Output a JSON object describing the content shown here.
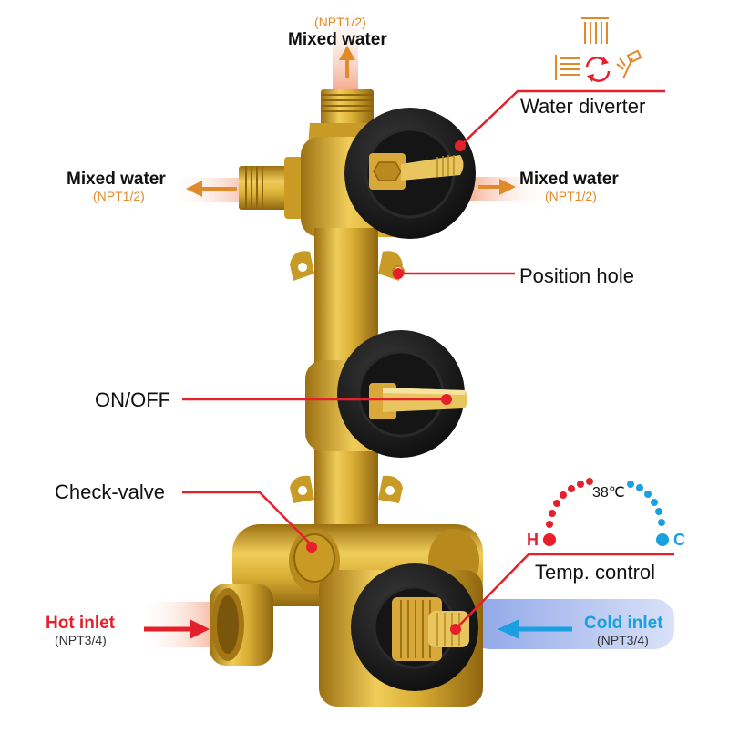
{
  "labels": {
    "top_npt": "(NPT1/2)",
    "top_mixed": "Mixed water",
    "left_mixed": "Mixed water",
    "left_npt": "(NPT1/2)",
    "right_mixed": "Mixed water",
    "right_npt": "(NPT1/2)",
    "water_diverter": "Water diverter",
    "position_hole": "Position hole",
    "on_off": "ON/OFF",
    "check_valve": "Check-valve",
    "temp_control": "Temp. control",
    "temp_value": "38℃",
    "hot_letter": "H",
    "cold_letter": "C",
    "hot_inlet": "Hot inlet",
    "hot_npt": "(NPT3/4)",
    "cold_inlet": "Cold inlet",
    "cold_npt": "(NPT3/4)"
  },
  "colors": {
    "callout_red": "#e5202a",
    "cold_blue": "#1a9fe0",
    "brass": "#d4a72c",
    "brass_dark": "#a87b14",
    "npt_orange": "#e08a2c",
    "knob_black": "#1b1b1b"
  },
  "icons": [
    "rainfall-shower-icon",
    "handheld-shower-icon",
    "body-spray-icon",
    "diverter-cycle-icon"
  ]
}
